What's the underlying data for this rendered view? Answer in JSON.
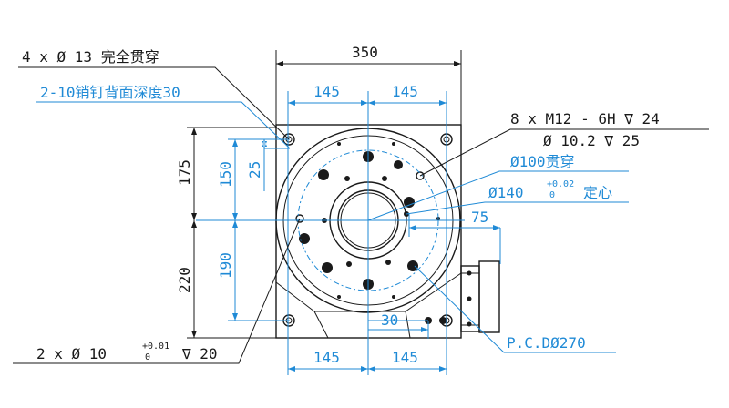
{
  "dimensions": {
    "top_width": "350",
    "top_left_half": "145",
    "top_right_half": "145",
    "bottom_left_half": "145",
    "bottom_right_half": "145",
    "left_upper_outer": "175",
    "left_upper_inner": "150",
    "left_small": "25",
    "left_lower_outer": "220",
    "left_lower_inner": "190",
    "right_offset": "75",
    "bottom_small": "30"
  },
  "callouts": {
    "through_holes": "4 x Ø 13 完全贯穿",
    "pin_holes": "2-10销钉背面深度30",
    "thread_line1": "8 x  M12 - 6H ∇ 24",
    "thread_line2": "Ø 10.2 ∇ 25",
    "bore_through": "Ø100贯穿",
    "centering_prefix": "Ø140",
    "centering_tol_upper": "+0.02",
    "centering_tol_lower": "0",
    "centering_suffix": "定心",
    "pcd": "P.C.DØ270",
    "bottom_prefix": "2 x Ø 10",
    "bottom_tol_upper": "+0.01",
    "bottom_tol_lower": "0",
    "bottom_suffix": "∇ 20"
  },
  "colors": {
    "outline": "#1a1a1a",
    "dimension": "#1f8ad6"
  }
}
